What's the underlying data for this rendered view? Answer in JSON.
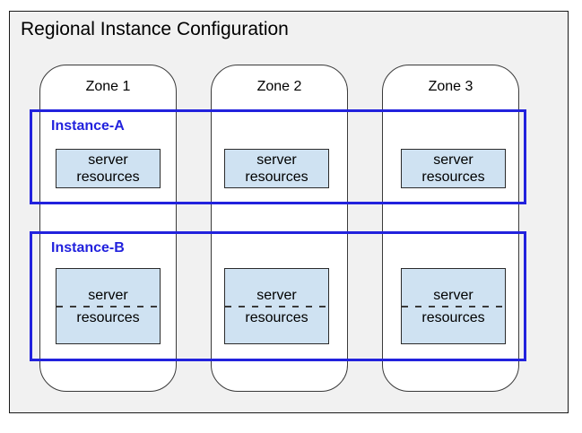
{
  "title": "Regional Instance Configuration",
  "zones": [
    {
      "label": "Zone 1"
    },
    {
      "label": "Zone 2"
    },
    {
      "label": "Zone 3"
    }
  ],
  "instances": [
    {
      "label": "Instance-A",
      "server_boxes": [
        {
          "line1": "server",
          "line2": "resources"
        },
        {
          "line1": "server",
          "line2": "resources"
        },
        {
          "line1": "server",
          "line2": "resources"
        }
      ]
    },
    {
      "label": "Instance-B",
      "split_resources": true,
      "server_boxes": [
        {
          "line1": "server",
          "line2": "resources"
        },
        {
          "line1": "server",
          "line2": "resources"
        },
        {
          "line1": "server",
          "line2": "resources"
        }
      ]
    }
  ],
  "colors": {
    "instance_border": "#2222dd",
    "instance_label_text": "#2222dd",
    "server_box_fill": "#cfe2f2",
    "server_box_border": "#2b2b2b",
    "region_background": "#f1f1f1",
    "zone_background": "#ffffff",
    "outline": "#1a1a1a"
  }
}
